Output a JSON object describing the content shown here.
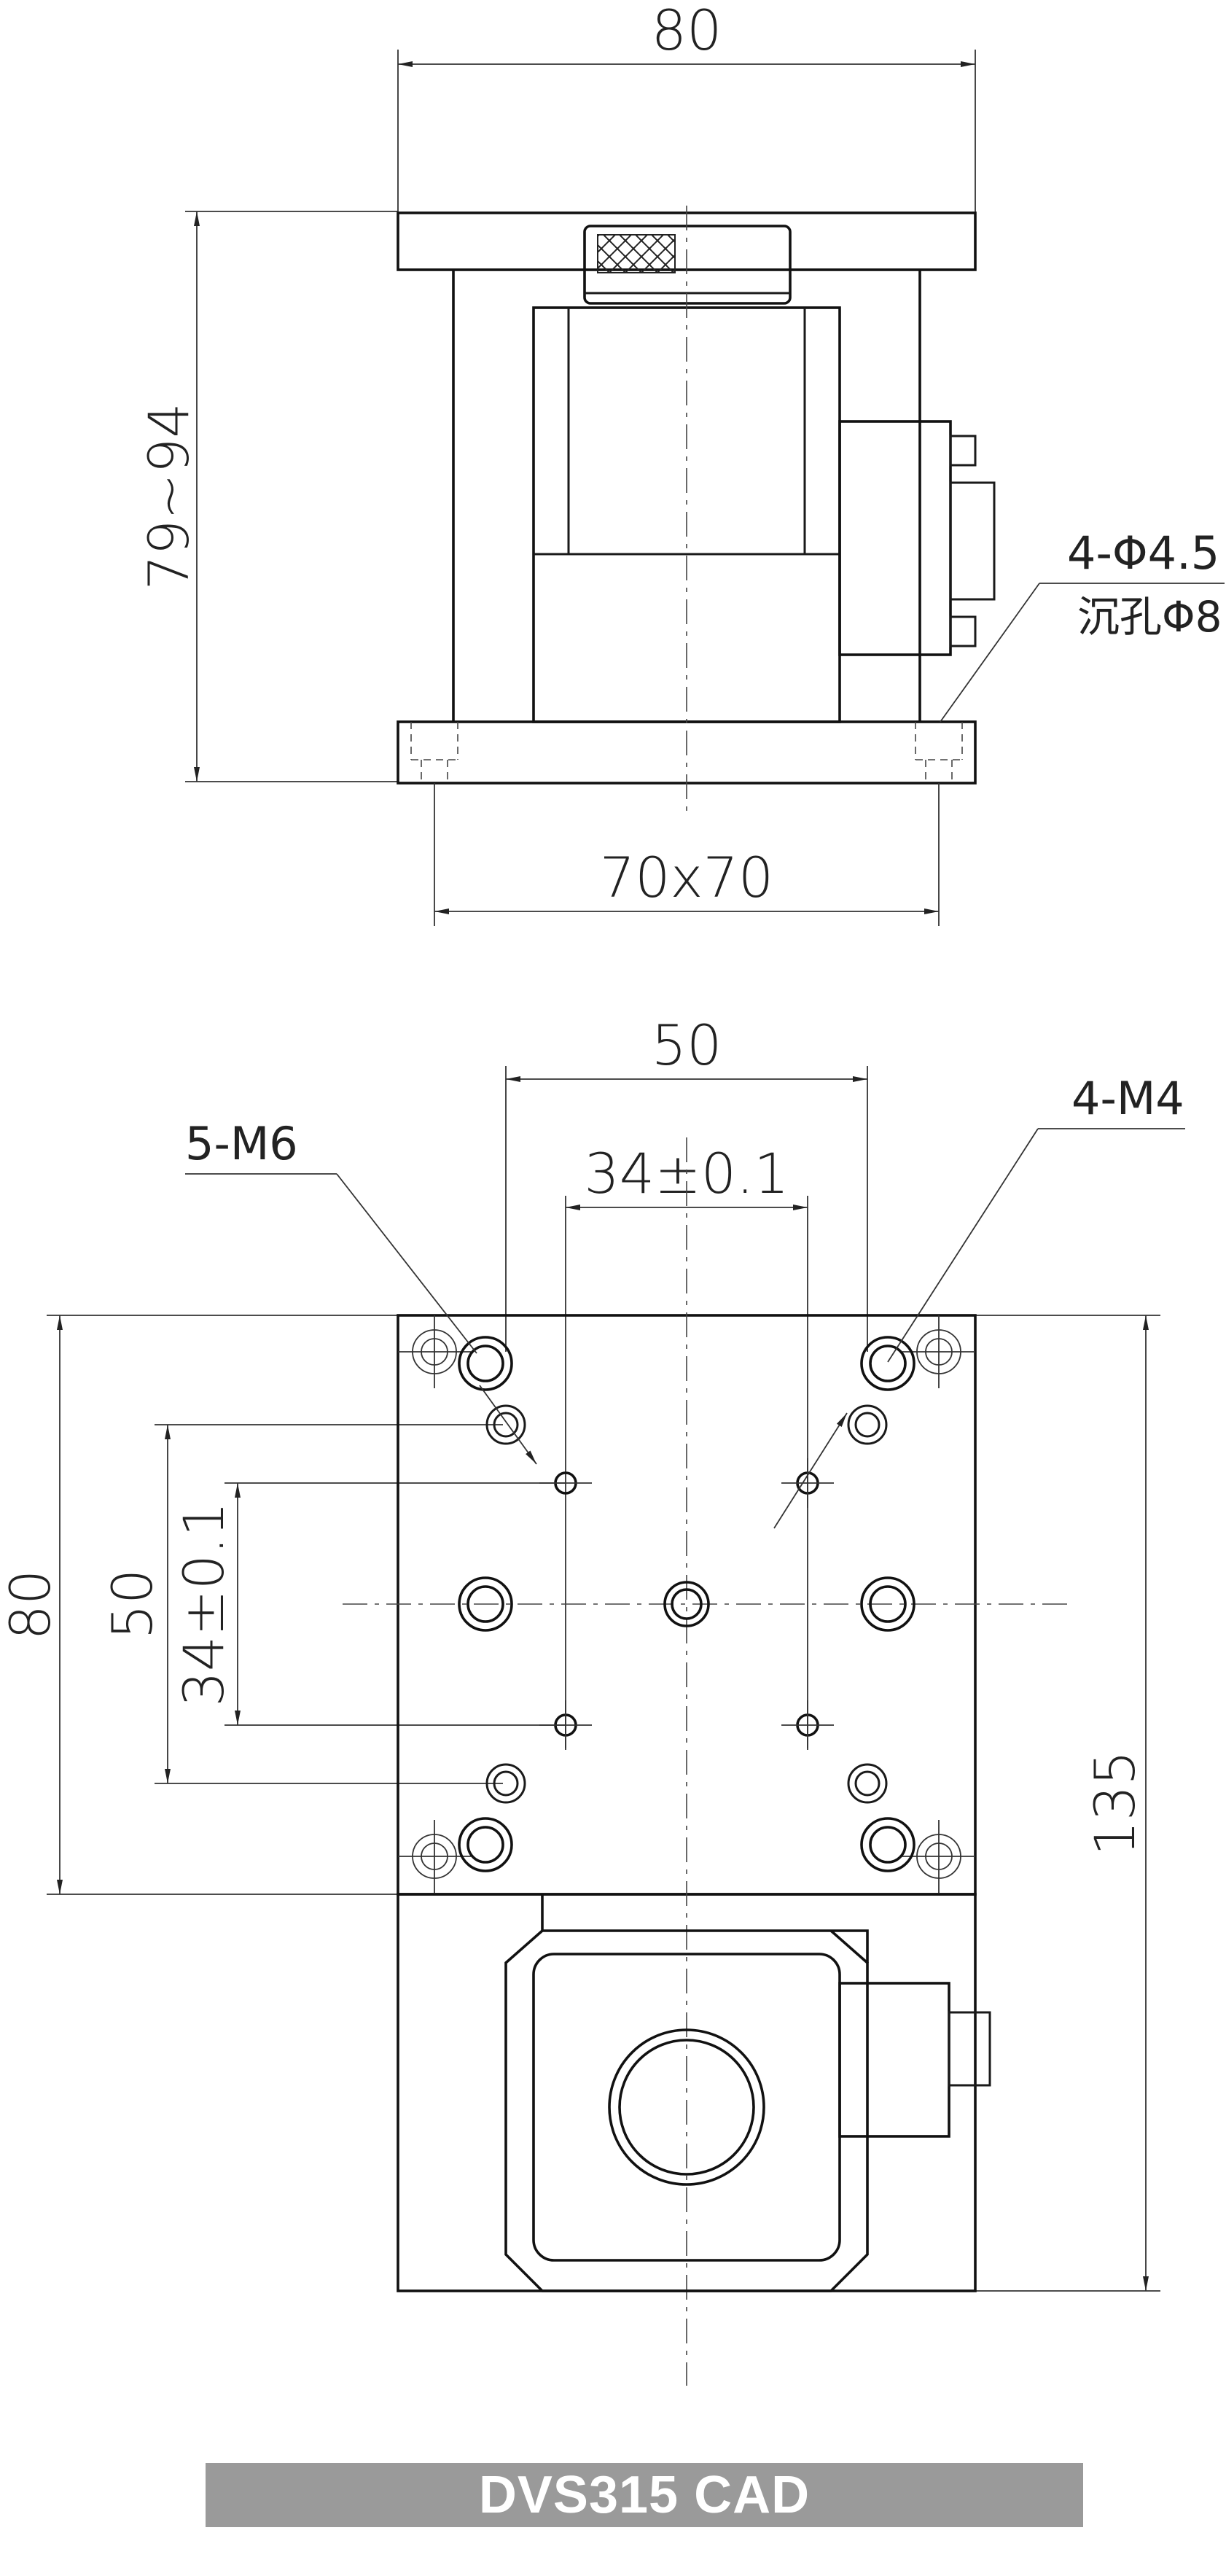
{
  "dimensions": {
    "side_top_width": "80",
    "side_height": "79~94",
    "mount_hole_note_line1": "4-Φ4.5",
    "mount_hole_note_line2": "沉孔Φ8",
    "base_hole_spacing": "70x70",
    "top_hole_spacing_50": "50",
    "top_hole_spacing_34": "34±0.1",
    "m6_note": "5-M6",
    "m4_note": "4-M4",
    "plate_width_80": "80",
    "vertical_50": "50",
    "vertical_34": "34±0.1",
    "overall_length": "135"
  },
  "footer": {
    "title": "DVS315 CAD"
  },
  "colors": {
    "line": "#1a1a1a",
    "footer_bg": "#9a9a9a",
    "footer_text": "#ffffff"
  }
}
